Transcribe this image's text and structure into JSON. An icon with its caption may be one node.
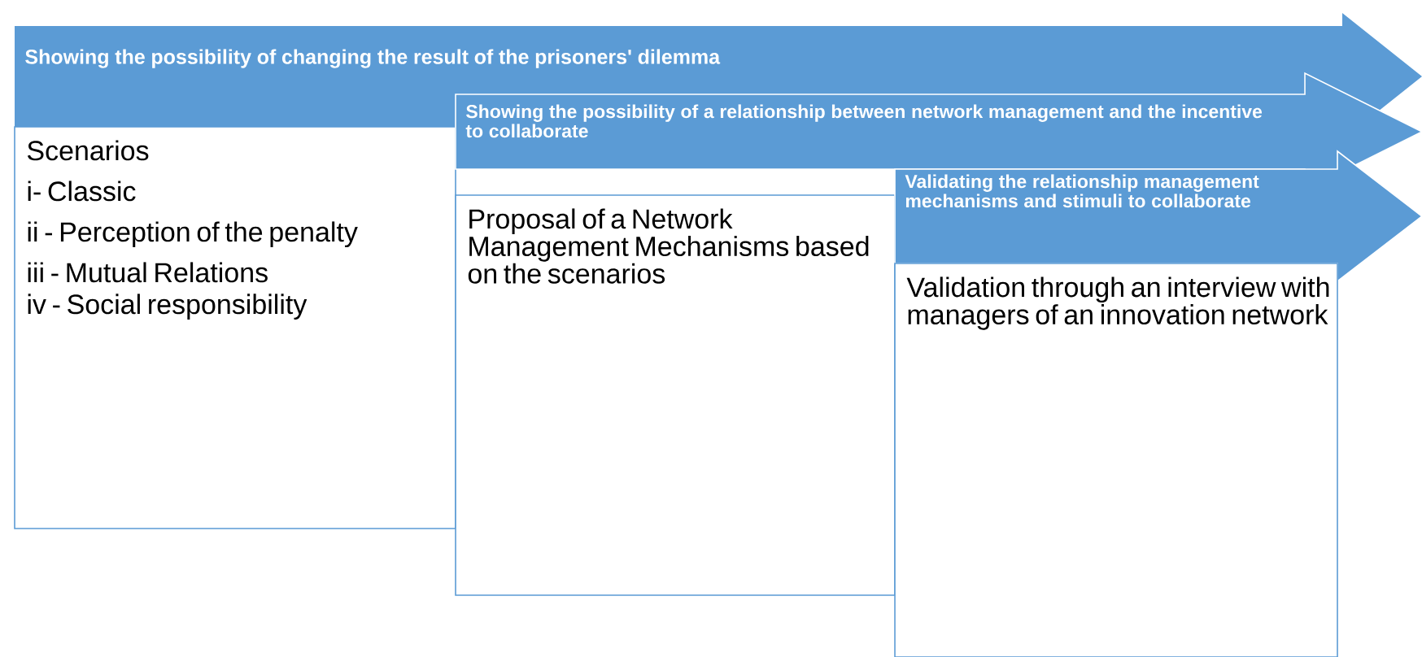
{
  "diagram": {
    "nodes": [
      {
        "text": [
          "Showing the possibility of changing the result of the prisoners' dilemma"
        ]
      },
      {
        "text": [
          "Scenarios",
          "i- Classic",
          "ii - Perception of the penalty",
          "iii - Mutual Relations",
          "iv - Social responsibility"
        ]
      },
      {
        "text": [
          "Showing the possibility of a relationship between network management and the incentive to collaborate"
        ]
      },
      {
        "text": [
          "Proposal of a Network Management Mechanisms based on the scenarios"
        ]
      },
      {
        "text": [
          "Validating the relationship management mechanisms and stimuli to collaborate"
        ]
      },
      {
        "text": [
          "Validation through an interview with managers of an innovation network"
        ]
      }
    ]
  }
}
